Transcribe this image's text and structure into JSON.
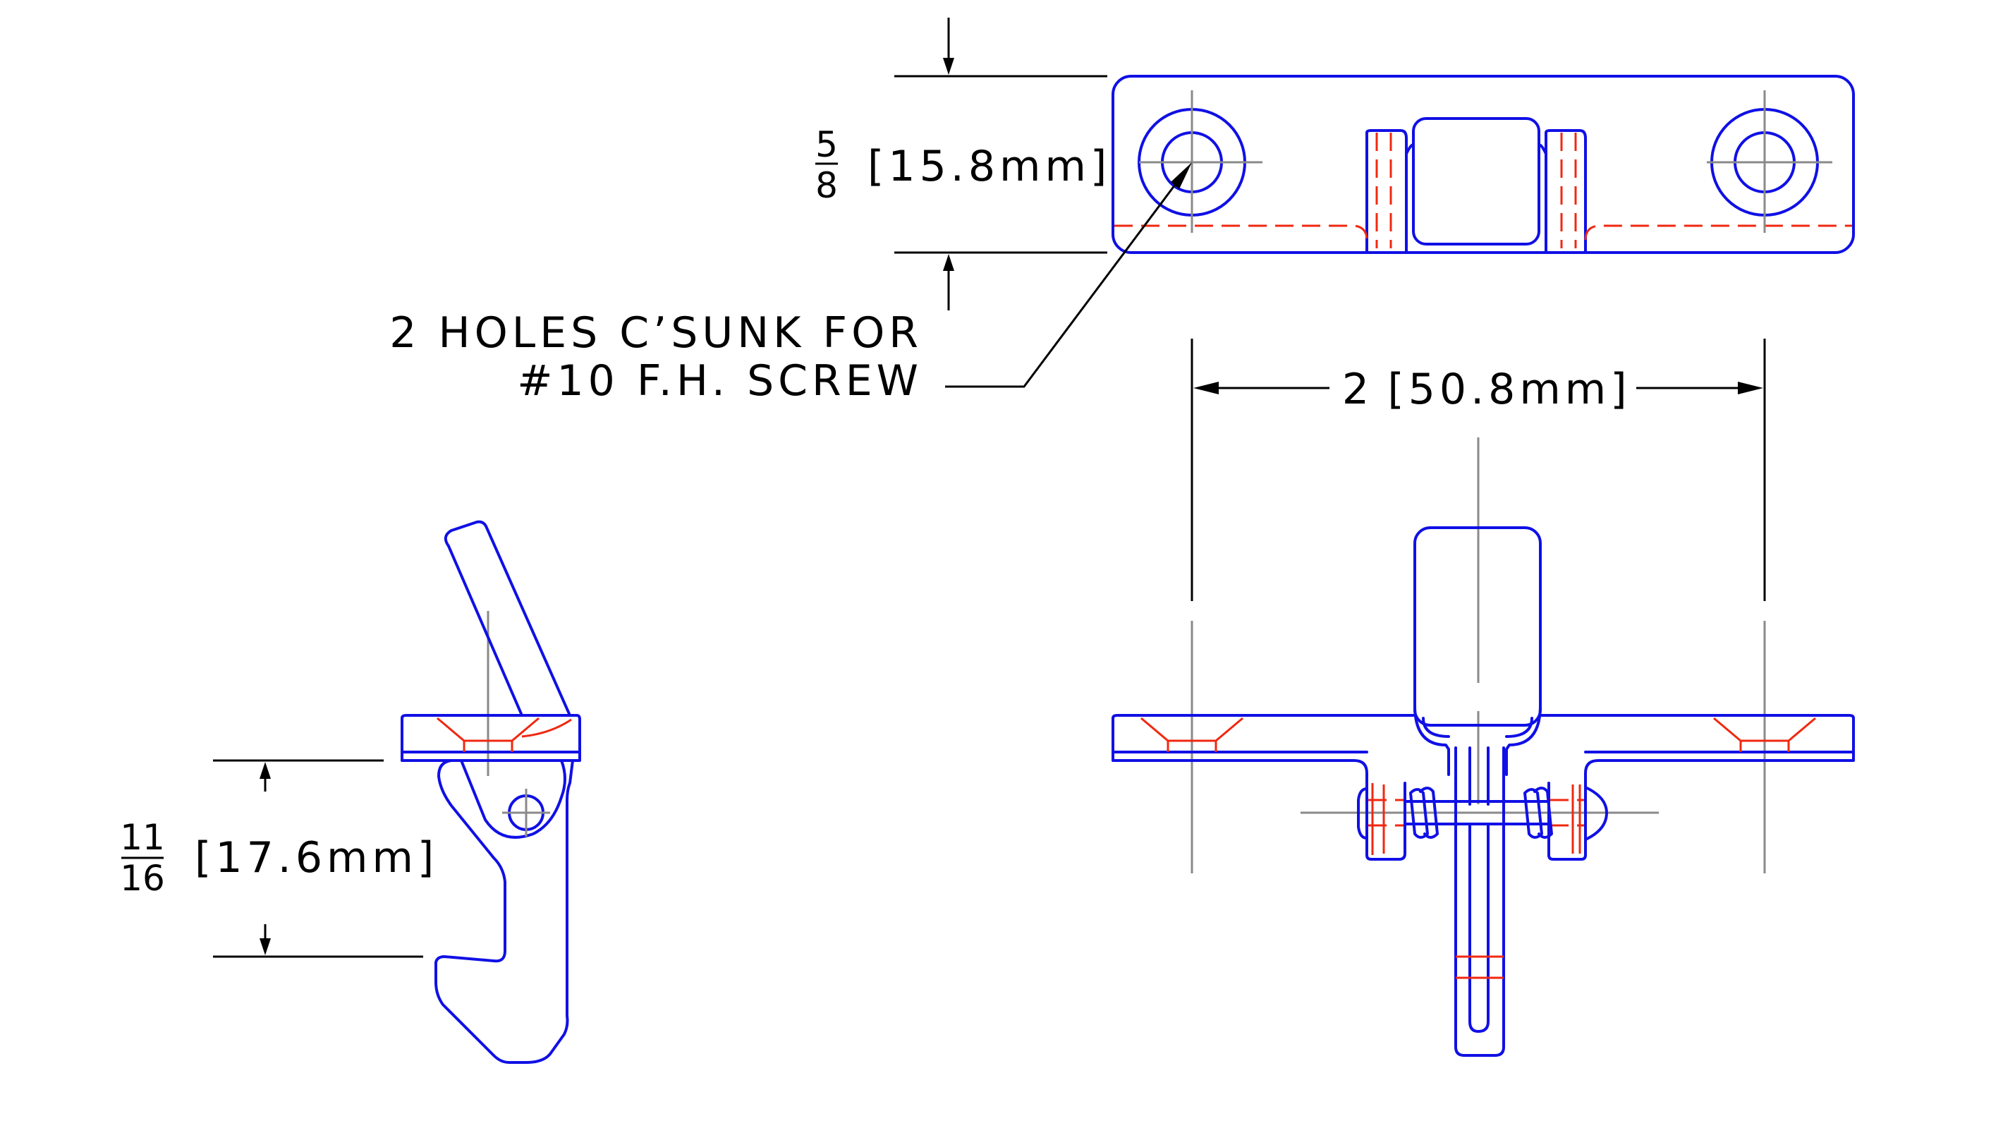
{
  "colors": {
    "part_outline": "#1010e6",
    "hidden_lines": "#f02810",
    "center_lines": "#8a8a8a",
    "dimensions": "#000000"
  },
  "dimensions": {
    "width_frac_num": "5",
    "width_frac_den": "8",
    "width_metric": "[15.8mm]",
    "spacing_value": "2",
    "spacing_metric": "[50.8mm]",
    "depth_frac_num": "11",
    "depth_frac_den": "16",
    "depth_metric": "[17.6mm]"
  },
  "notes": {
    "hole_note_line1": "2 HOLES C’SUNK FOR",
    "hole_note_line2": "#10 F.H. SCREW"
  }
}
